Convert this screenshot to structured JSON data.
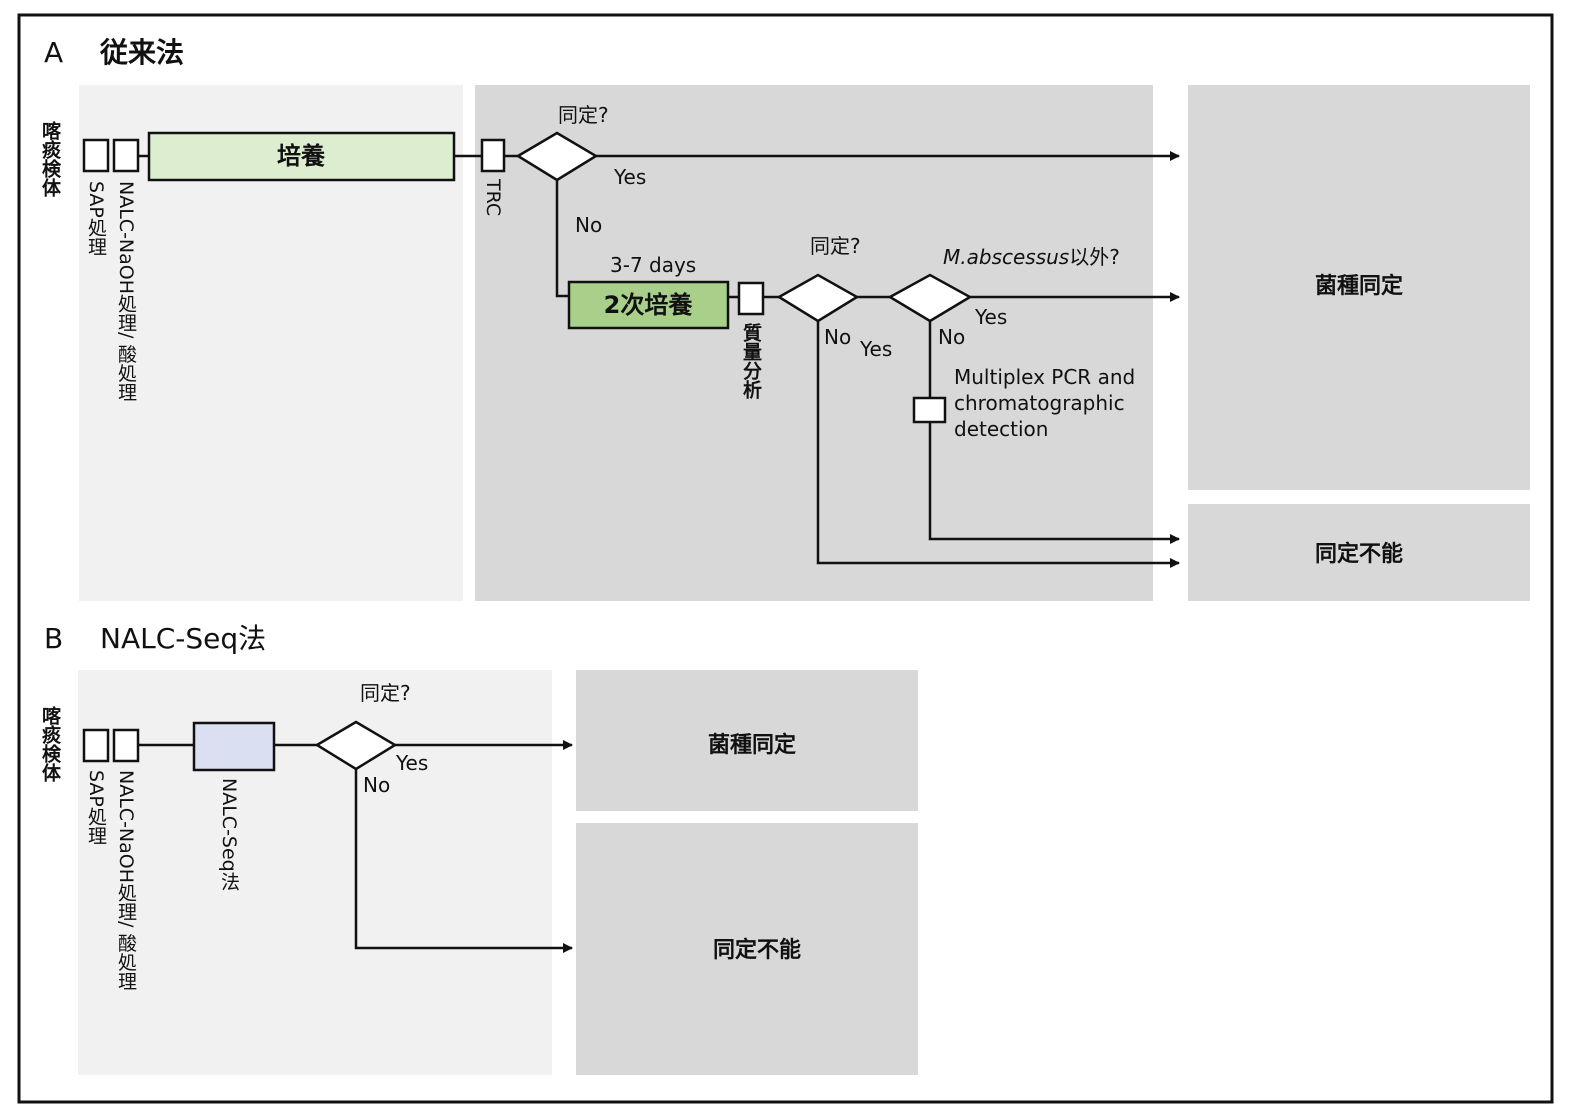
{
  "sections": {
    "a": {
      "letter": "A",
      "title": "従来法",
      "sputum": "喀痰検体",
      "sap": "SAP処理",
      "nalc": "NALC-NaOH処理/ 酸処理",
      "culture": "培養",
      "trc": "TRC",
      "q1": "同定?",
      "yes1": "Yes",
      "no1": "No",
      "days": "3-7 days",
      "subculture": "2次培養",
      "mass_spec": "質量分析",
      "q2": "同定?",
      "q3_italic": "M.abscessus",
      "q3_rest": "以外?",
      "no2": "No",
      "yes2": "Yes",
      "yes3": "Yes",
      "no3": "No",
      "pcr_lines": [
        "Multiplex PCR and",
        "chromatographic",
        "detection"
      ],
      "result_ok": "菌種同定",
      "result_ng": "同定不能"
    },
    "b": {
      "letter": "B",
      "title": "NALC-Seq法",
      "sputum": "喀痰検体",
      "sap": "SAP処理",
      "nalc": "NALC-NaOH処理/ 酸処理",
      "seq": "NALC-Seq法",
      "q1": "同定?",
      "yes1": "Yes",
      "no1": "No",
      "result_ok": "菌種同定",
      "result_ng": "同定不能"
    }
  },
  "colors": {
    "panel_light": "#f1f1f1",
    "panel_dark": "#d8d8d8",
    "culture_fill": "#dcedd0",
    "subculture_fill": "#a8d08a",
    "seq_fill": "#dae0f2"
  }
}
